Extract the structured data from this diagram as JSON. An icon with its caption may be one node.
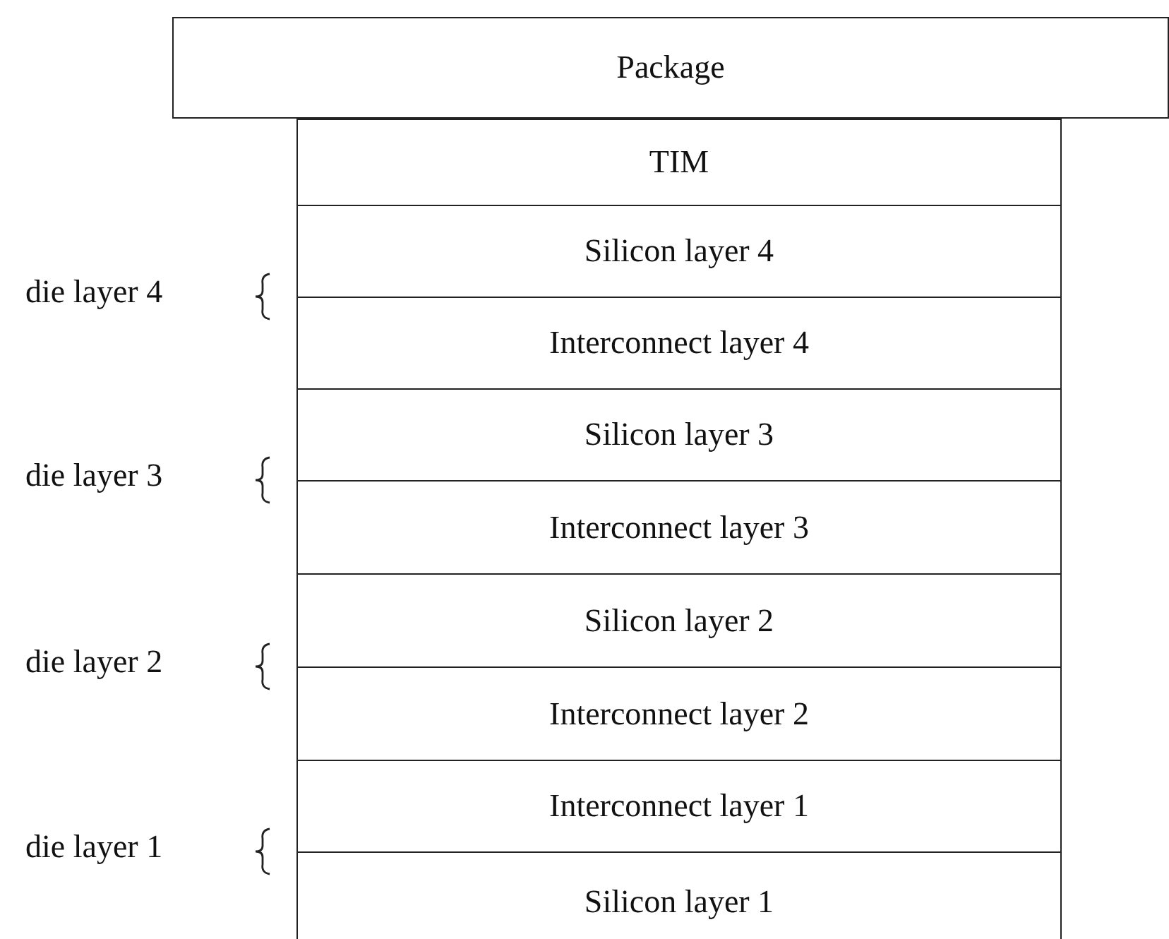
{
  "diagram": {
    "nodes": [
      {
        "text": [
          "Package"
        ]
      },
      {
        "text": [
          "TIM"
        ]
      },
      {
        "text": [
          "Silicon layer 4"
        ]
      },
      {
        "text": [
          "Interconnect layer 4"
        ]
      },
      {
        "text": [
          "Silicon layer 3"
        ]
      },
      {
        "text": [
          "Interconnect layer 3"
        ]
      },
      {
        "text": [
          "Silicon layer 2"
        ]
      },
      {
        "text": [
          "Interconnect layer 2"
        ]
      },
      {
        "text": [
          "Interconnect layer 1"
        ]
      },
      {
        "text": [
          "Silicon layer 1"
        ]
      }
    ],
    "labels": [
      "die layer 4",
      "die layer 3",
      "die layer 2",
      "die layer 1"
    ]
  }
}
